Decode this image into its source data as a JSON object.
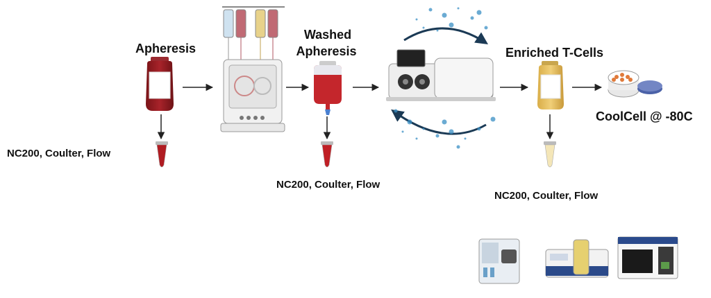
{
  "steps": [
    {
      "title": "Apheresis",
      "assay": "NC200, Coulter, Flow"
    },
    {
      "title_line1": "Washed",
      "title_line2": "Apheresis",
      "assay": "NC200, Coulter, Flow"
    },
    {
      "title": "Enriched T-Cells",
      "assay": "NC200, Coulter, Flow"
    }
  ],
  "storage": {
    "label": "CoolCell @ -80C"
  },
  "icons": {
    "bag_apheresis": "blood-bag-icon",
    "washer": "cell-washer-device-icon",
    "bag_washed": "iv-blood-bag-icon",
    "separator": "magnetic-cell-separator-icon",
    "bag_tcells": "t-cell-bag-icon",
    "coolcell": "coolcell-container-icon",
    "tube": "microcentrifuge-tube-icon",
    "instruments": [
      "cell-counter-icon",
      "coulter-analyzer-icon",
      "flow-cytometer-icon"
    ]
  },
  "colors": {
    "blood": "#b01c22",
    "blood_dark": "#7a1418",
    "tcell": "#e8c46a",
    "arrow": "#1b3a55",
    "dots": "#3a8fc4"
  }
}
